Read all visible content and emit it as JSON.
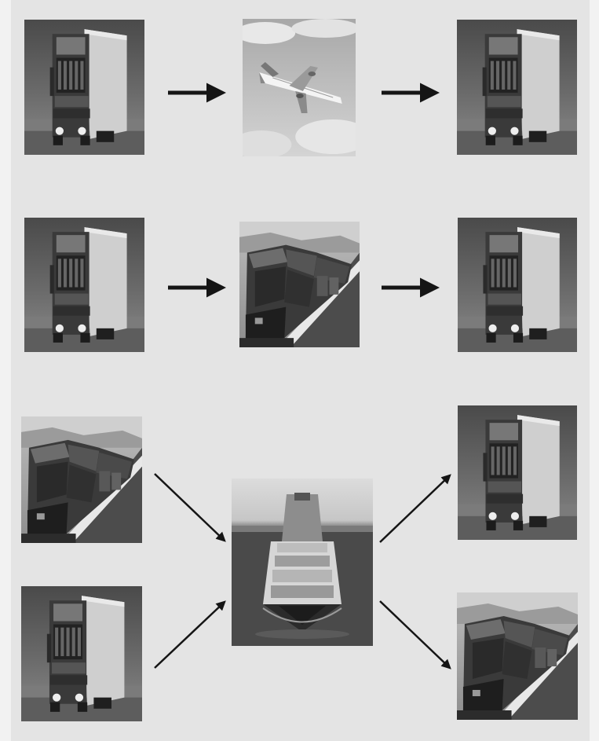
{
  "figure": {
    "rows": [
      {
        "name": "row-1-airplane",
        "inputs": [
          "truck"
        ],
        "intermediate": "airplane",
        "outputs": [
          "truck"
        ]
      },
      {
        "name": "row-2-train",
        "inputs": [
          "truck"
        ],
        "intermediate": "train",
        "outputs": [
          "truck"
        ]
      },
      {
        "name": "row-3-ship",
        "inputs": [
          "train",
          "truck"
        ],
        "intermediate": "ship",
        "outputs": [
          "truck",
          "train"
        ]
      }
    ],
    "colors": {
      "background": "#e4e4e4",
      "arrow": "#151515"
    },
    "icons": [
      "truck-image",
      "airplane-image",
      "train-image",
      "ship-image",
      "arrow-right-icon",
      "arrow-diagonal-icon"
    ]
  }
}
